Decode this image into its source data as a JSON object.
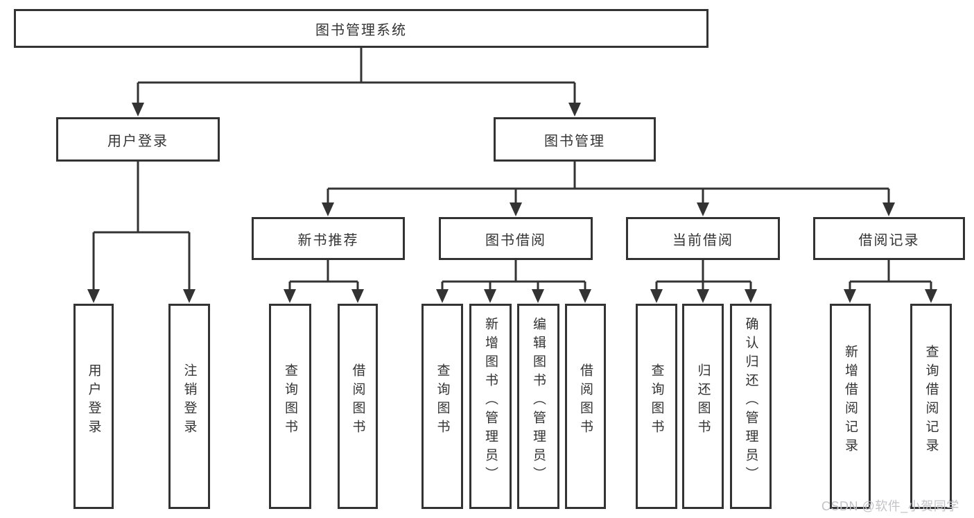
{
  "theme": {
    "bg": "#ffffff",
    "line_color": "#333333",
    "box_bg": "#ffffff",
    "text_color": "#333333",
    "watermark_color": "#c3c3c7"
  },
  "diagram": {
    "root": {
      "label": "图书管理系统"
    },
    "branches": [
      {
        "label": "用户登录",
        "children": [
          "用户登录",
          "注销登录"
        ]
      },
      {
        "label": "图书管理",
        "sections": [
          {
            "label": "新书推荐",
            "children": [
              "查询图书",
              "借阅图书"
            ]
          },
          {
            "label": "图书借阅",
            "children": [
              "查询图书",
              "新增图书（管理员）",
              "编辑图书（管理员）",
              "借阅图书"
            ]
          },
          {
            "label": "当前借阅",
            "children": [
              "查询图书",
              "归还图书",
              "确认归还（管理员）"
            ]
          },
          {
            "label": "借阅记录",
            "children": [
              "新增借阅记录",
              "查询借阅记录"
            ]
          }
        ]
      }
    ]
  },
  "watermark": {
    "text": "CSDN @软件_小贺同学"
  }
}
